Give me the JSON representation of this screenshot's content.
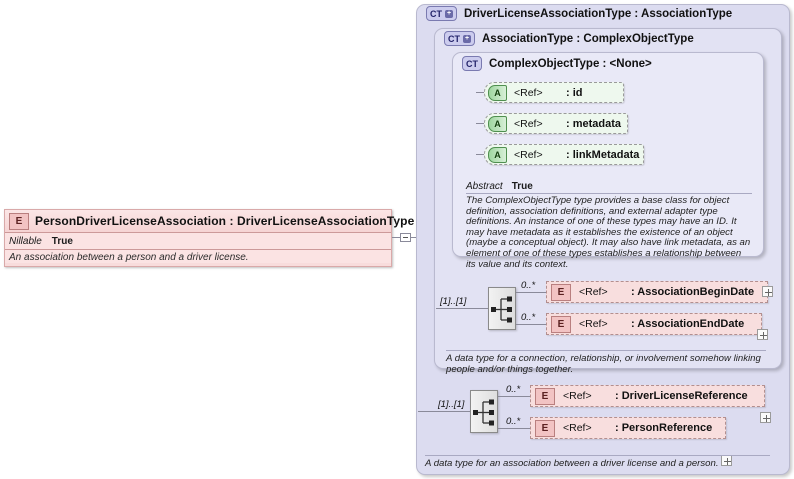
{
  "element": {
    "icon": "element-icon",
    "badge": "E",
    "title": "PersonDriverLicenseAssociation : DriverLicenseAssociationType",
    "property_key": "Nillable",
    "property_value": "True",
    "documentation": "An association between a person and a driver license."
  },
  "panels": [
    {
      "badge": "CT",
      "has_plus": true,
      "title": "DriverLicenseAssociationType : AssociationType"
    },
    {
      "badge": "CT",
      "has_plus": true,
      "title": "AssociationType : ComplexObjectType"
    },
    {
      "badge": "CT",
      "has_plus": false,
      "title": "ComplexObjectType : <None>"
    }
  ],
  "attributes": [
    {
      "badge": "A",
      "ref": "<Ref>",
      "name": ": id"
    },
    {
      "badge": "A",
      "ref": "<Ref>",
      "name": ": metadata"
    },
    {
      "badge": "A",
      "ref": "<Ref>",
      "name": ": linkMetadata"
    }
  ],
  "abstract": {
    "key": "Abstract",
    "value": "True",
    "documentation": "The ComplexObjectType type provides a base class for object definition, association definitions, and external adapter type definitions. An instance of one of these types may have an ID. It may have metadata as it establishes the existence of an object (maybe a conceptual object). It may also have link metadata, as an element of one of these types establishes a relationship between its value and its context."
  },
  "sequence_inner": {
    "icon": "sequence-icon",
    "cardinality": "[1]..[1]",
    "children": [
      {
        "badge": "E",
        "occurs": "0..*",
        "ref": "<Ref>",
        "name": ": AssociationBeginDate",
        "expander": "+"
      },
      {
        "badge": "E",
        "occurs": "0..*",
        "ref": "<Ref>",
        "name": ": AssociationEndDate",
        "expander": "+"
      }
    ]
  },
  "sequence_outer": {
    "icon": "sequence-icon",
    "cardinality": "[1]..[1]",
    "children": [
      {
        "badge": "E",
        "occurs": "0..*",
        "ref": "<Ref>",
        "name": ": DriverLicenseReference",
        "expander": "+"
      },
      {
        "badge": "E",
        "occurs": "0..*",
        "ref": "<Ref>",
        "name": ": PersonReference",
        "expander": "+"
      }
    ]
  },
  "footers": {
    "association_type": "A data type for a connection, relationship, or involvement somehow linking people and/or things together.",
    "driver_license_association_type": "A data type for an association between a driver license and a person."
  },
  "colors": {
    "element_pink": "#f8dcdc",
    "attribute_green": "#eef8ee",
    "panel_lvl1": "#dcdcf0",
    "panel_lvl2": "#e2e2f3",
    "panel_lvl3": "#e9e9f7",
    "connector": "#8a8a9a"
  }
}
